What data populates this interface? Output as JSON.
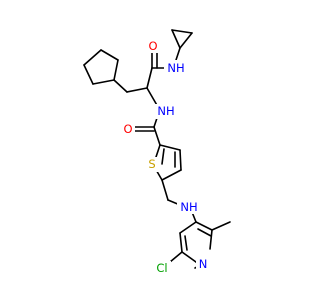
{
  "molecule": {
    "colors": {
      "bond": "#000000",
      "O": "#ff0000",
      "N": "#0000ff",
      "S": "#c8a000",
      "Cl": "#00a000"
    },
    "atoms": {
      "o_amide_top": "O",
      "nh_cyclopropyl": "NH",
      "nh_amide_mid": "NH",
      "o_amide_mid": "O",
      "s_thiophene": "S",
      "nh_linker": "NH",
      "n_pyridine": "N",
      "cl": "Cl"
    }
  }
}
